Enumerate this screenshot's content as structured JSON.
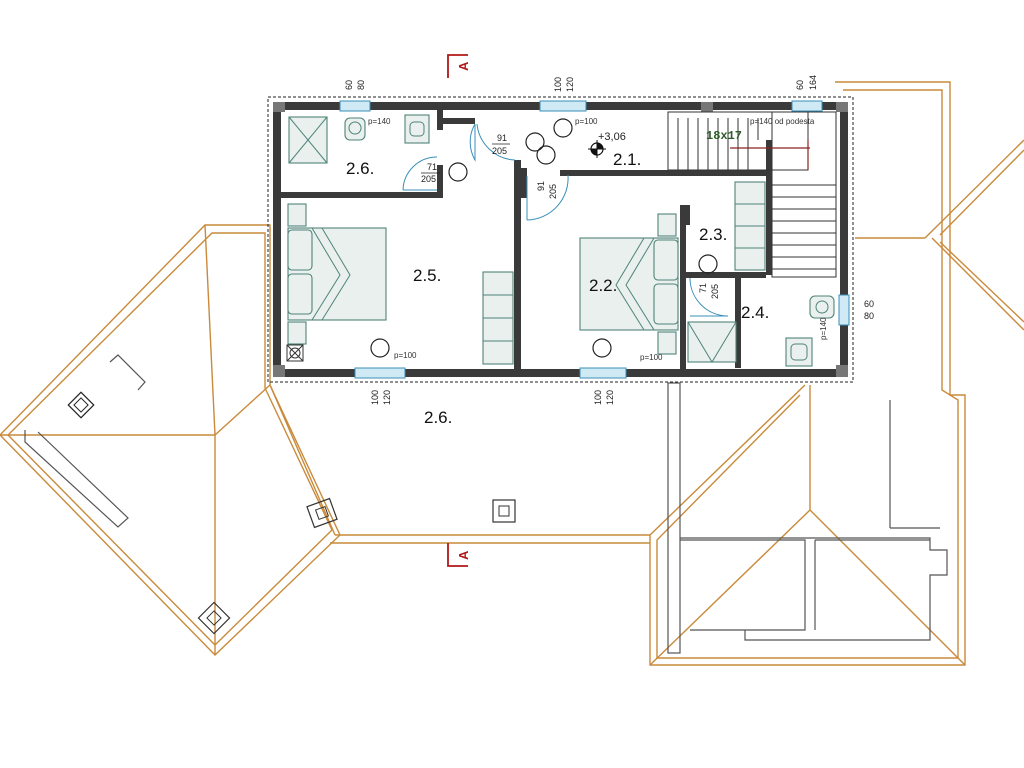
{
  "rooms": {
    "r261": "2.6.",
    "r251": "2.5.",
    "r21": "2.1.",
    "r23": "2.3.",
    "r22": "2.2.",
    "r24": "2.4.",
    "r262": "2.6."
  },
  "elevation": "+3,06",
  "stairs": "18x17",
  "stair_note": "p=140 od podesta",
  "section_marks": [
    "A",
    "A"
  ],
  "windows": {
    "w1": [
      "60",
      "80"
    ],
    "w2": [
      "100",
      "120"
    ],
    "w3": [
      "60",
      "164"
    ],
    "w4": [
      "60",
      "80"
    ],
    "w5": [
      "100",
      "120"
    ],
    "w6": [
      "100",
      "120"
    ]
  },
  "doors": {
    "d1": [
      "91",
      "205"
    ],
    "d2": [
      "71",
      "205"
    ],
    "d3": [
      "91",
      "205"
    ],
    "d4": [
      "71",
      "205"
    ]
  },
  "parapets": {
    "p1": "p=140",
    "p2": "p=100",
    "p3": "p=100",
    "p4": "p=100",
    "p5": "p=140"
  }
}
